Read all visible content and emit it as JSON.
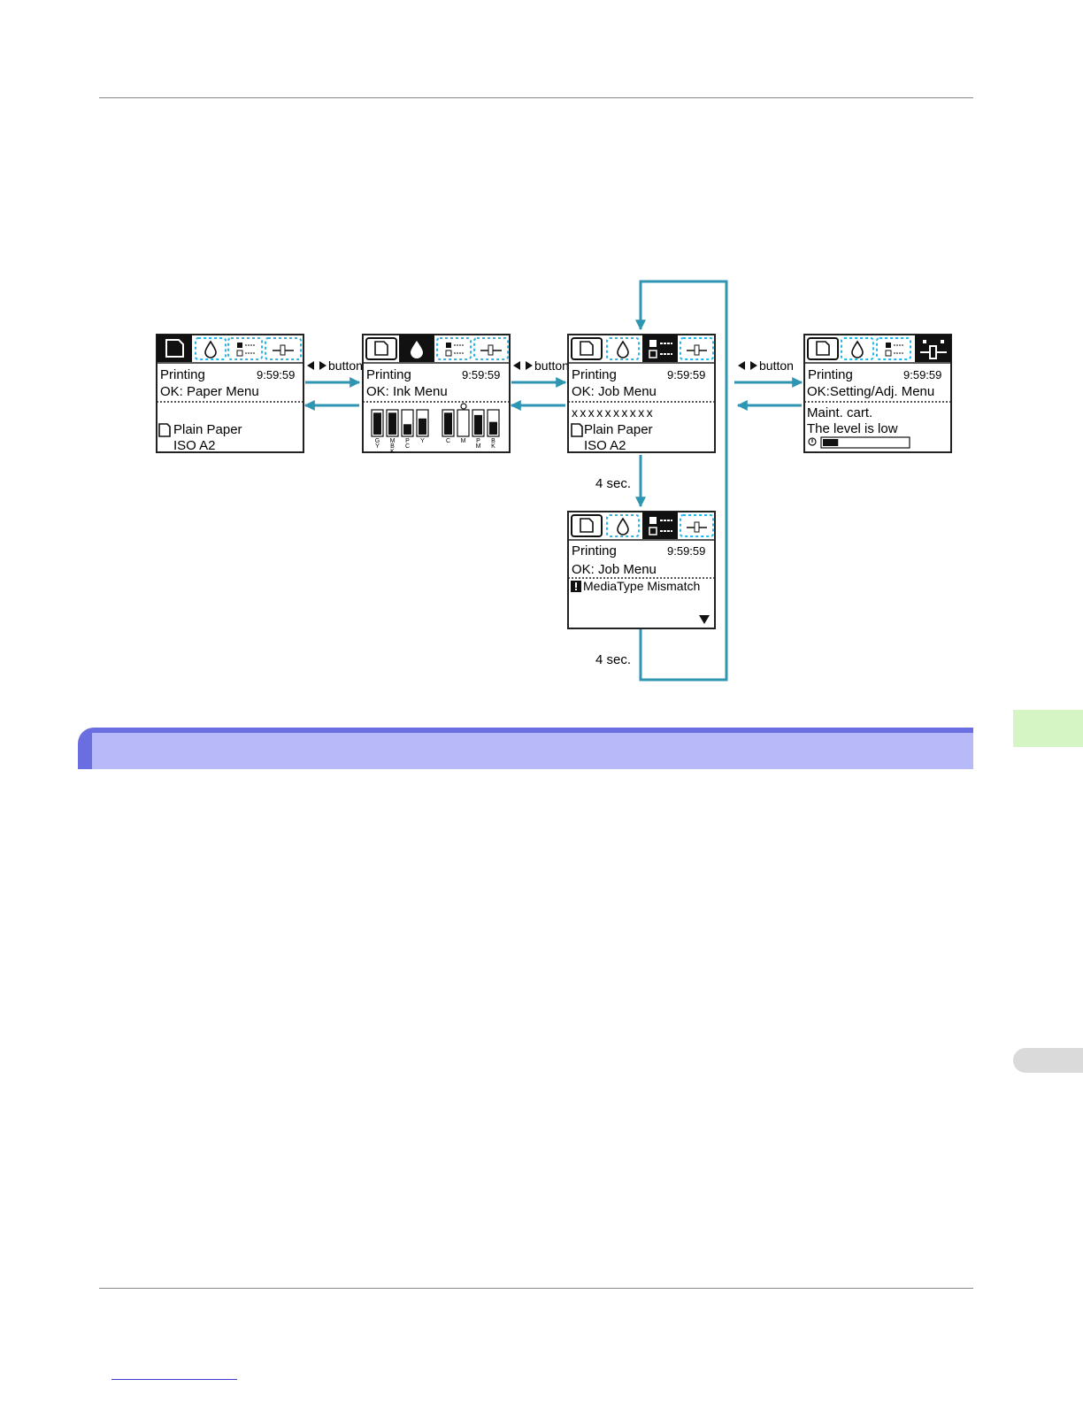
{
  "colors": {
    "arrow": "#2e95b3",
    "accent_glow": "#29b6e6",
    "section_bar_dark": "#6a6ee0",
    "section_bar_light": "#b7b9f8",
    "side_tab": "#d6f5c4"
  },
  "button_label": "button",
  "wait_label": "4 sec.",
  "screens": {
    "paper": {
      "line1": "Printing",
      "time": "9:59:59",
      "line2": "OK: Paper Menu",
      "media": "Plain Paper",
      "size": "ISO A2"
    },
    "ink": {
      "line1": "Printing",
      "time": "9:59:59",
      "line2": "OK: Ink Menu",
      "ink_labels": [
        "G\nY",
        "M\nB\nK",
        "P\nC",
        "Y",
        "C",
        "M",
        "P\nM",
        "B\nK"
      ],
      "ink_levels": [
        0.95,
        0.95,
        0.45,
        0.7,
        0.95,
        0.0,
        0.85,
        0.55
      ]
    },
    "job": {
      "line1": "Printing",
      "time": "9:59:59",
      "line2": "OK: Job Menu",
      "job_name": "xxxxxxxxxx",
      "media": "Plain Paper",
      "size": "ISO A2"
    },
    "job_warning": {
      "line1": "Printing",
      "time": "9:59:59",
      "line2": "OK: Job Menu",
      "warning": "MediaType Mismatch"
    },
    "setting": {
      "line1": "Printing",
      "time": "9:59:59",
      "line2": "OK:Setting/Adj. Menu",
      "message1": "Maint. cart.",
      "message2": "The level is low",
      "cartridge_level": 0.18
    }
  }
}
